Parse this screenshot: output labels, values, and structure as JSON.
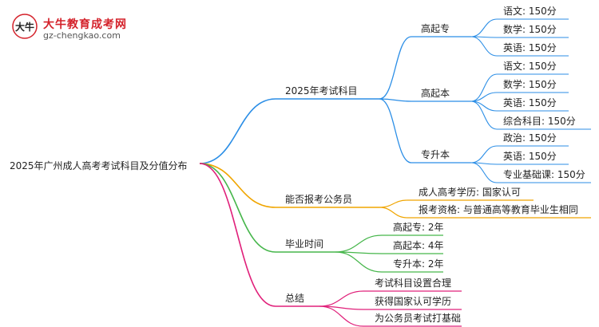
{
  "logo": {
    "name": "大牛教育成考网",
    "url": "gz-chengkao.com",
    "mark_text": "大牛"
  },
  "colors": {
    "blue": "#2b8ee6",
    "orange": "#f0a500",
    "green": "#46b64b",
    "magenta": "#e0207a"
  },
  "mindmap": {
    "root": "2025年广州成人高考考试科目及分值分布",
    "branches": [
      {
        "label": "2025年考试科目",
        "color": "blue",
        "children": [
          {
            "label": "高起专",
            "children": [
              "语文: 150分",
              "数学: 150分",
              "英语: 150分"
            ]
          },
          {
            "label": "高起本",
            "children": [
              "语文: 150分",
              "数学: 150分",
              "英语: 150分",
              "综合科目: 150分"
            ]
          },
          {
            "label": "专升本",
            "children": [
              "政治: 150分",
              "英语: 150分",
              "专业基础课: 150分"
            ]
          }
        ]
      },
      {
        "label": "能否报考公务员",
        "color": "orange",
        "children": [
          {
            "label": "成人高考学历: 国家认可"
          },
          {
            "label": "报考资格: 与普通高等教育毕业生相同"
          }
        ]
      },
      {
        "label": "毕业时间",
        "color": "green",
        "children": [
          {
            "label": "高起专: 2年"
          },
          {
            "label": "高起本: 4年"
          },
          {
            "label": "专升本: 2年"
          }
        ]
      },
      {
        "label": "总结",
        "color": "magenta",
        "children": [
          {
            "label": "考试科目设置合理"
          },
          {
            "label": "获得国家认可学历"
          },
          {
            "label": "为公务员考试打基础"
          }
        ]
      }
    ]
  }
}
